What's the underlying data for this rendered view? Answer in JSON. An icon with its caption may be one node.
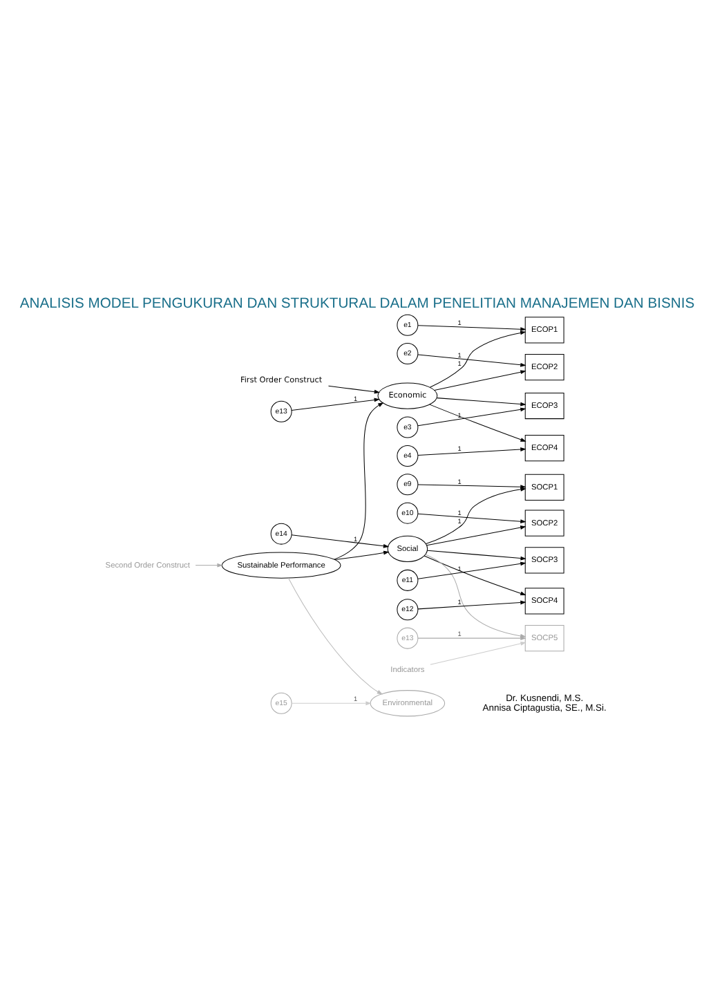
{
  "diagram": {
    "title": "ANALISIS MODEL PENGUKURAN DAN STRUKTURAL DALAM PENELITIAN MANAJEMEN DAN BISNIS",
    "nodes": [
      {
        "text": [
          "e1"
        ]
      },
      {
        "text": [
          "e2"
        ]
      },
      {
        "text": [
          "e3"
        ]
      },
      {
        "text": [
          "e4"
        ]
      },
      {
        "text": [
          "ECOP1"
        ]
      },
      {
        "text": [
          "ECOP2"
        ]
      },
      {
        "text": [
          "ECOP3"
        ]
      },
      {
        "text": [
          "ECOP4"
        ]
      },
      {
        "text": [
          "First Order Construct"
        ]
      },
      {
        "text": [
          "Economic"
        ]
      },
      {
        "text": [
          "e13"
        ]
      },
      {
        "text": [
          "e14"
        ]
      },
      {
        "text": [
          "Sustainable Performance"
        ]
      },
      {
        "text": [
          "Social"
        ]
      },
      {
        "text": [
          "SOCP1"
        ]
      },
      {
        "text": [
          "SOCP2"
        ]
      },
      {
        "text": [
          "SOCP3"
        ]
      },
      {
        "text": [
          "SOCP4"
        ]
      },
      {
        "text": [
          "SOCP5"
        ]
      },
      {
        "text": [
          "e9"
        ]
      },
      {
        "text": [
          "e10"
        ]
      },
      {
        "text": [
          "e11"
        ]
      },
      {
        "text": [
          "e12"
        ]
      },
      {
        "text": [
          "e13"
        ]
      },
      {
        "text": [
          "Second Order Construct"
        ]
      },
      {
        "text": [
          "Environmental"
        ]
      },
      {
        "text": [
          "e15"
        ]
      },
      {
        "text": [
          "Indicators"
        ]
      }
    ],
    "edges": [
      {
        "from": 0,
        "to": 4,
        "arrow": "to",
        "label": "1"
      },
      {
        "from": 1,
        "to": 5,
        "arrow": "to",
        "label": "1"
      },
      {
        "from": 2,
        "to": 6,
        "arrow": "to",
        "label": "1"
      },
      {
        "from": 3,
        "to": 7,
        "arrow": "to",
        "label": "1"
      },
      {
        "from": 9,
        "to": 4,
        "arrow": "to",
        "label": "1"
      },
      {
        "from": 9,
        "to": 5,
        "arrow": "to"
      },
      {
        "from": 9,
        "to": 6,
        "arrow": "to"
      },
      {
        "from": 9,
        "to": 7,
        "arrow": "to"
      },
      {
        "from": 8,
        "to": 9,
        "arrow": "to"
      },
      {
        "from": 10,
        "to": 9,
        "arrow": "to",
        "label": "1"
      },
      {
        "from": 12,
        "to": 9,
        "arrow": "to"
      },
      {
        "from": 11,
        "to": 13,
        "arrow": "to",
        "label": "1"
      },
      {
        "from": 12,
        "to": 13,
        "arrow": "to"
      },
      {
        "from": 13,
        "to": 14,
        "arrow": "to",
        "label": "1"
      },
      {
        "from": 13,
        "to": 15,
        "arrow": "to"
      },
      {
        "from": 13,
        "to": 16,
        "arrow": "to"
      },
      {
        "from": 13,
        "to": 17,
        "arrow": "to"
      },
      {
        "from": 13,
        "to": 18,
        "arrow": "to",
        "color": "#aaaaaa"
      },
      {
        "from": 19,
        "to": 14,
        "arrow": "to",
        "label": "1"
      },
      {
        "from": 20,
        "to": 15,
        "arrow": "to",
        "label": "1"
      },
      {
        "from": 21,
        "to": 16,
        "arrow": "to",
        "label": "1"
      },
      {
        "from": 22,
        "to": 17,
        "arrow": "to",
        "label": "1"
      },
      {
        "from": 23,
        "to": 18,
        "arrow": "to",
        "label": "1",
        "color": "#aaaaaa"
      },
      {
        "from": 24,
        "to": 12,
        "arrow": "to",
        "color": "#aaaaaa"
      },
      {
        "from": 12,
        "to": 25,
        "arrow": "to",
        "color": "#bbbbbb"
      },
      {
        "from": 26,
        "to": 25,
        "arrow": "to",
        "label": "1",
        "color": "#cccccc"
      },
      {
        "from": 27,
        "to": 18,
        "arrow": "to",
        "color": "#cccccc"
      }
    ],
    "labels": [
      "Dr. Kusnendi, M.S.",
      "Annisa Ciptagustia, SE., M.Si."
    ]
  }
}
